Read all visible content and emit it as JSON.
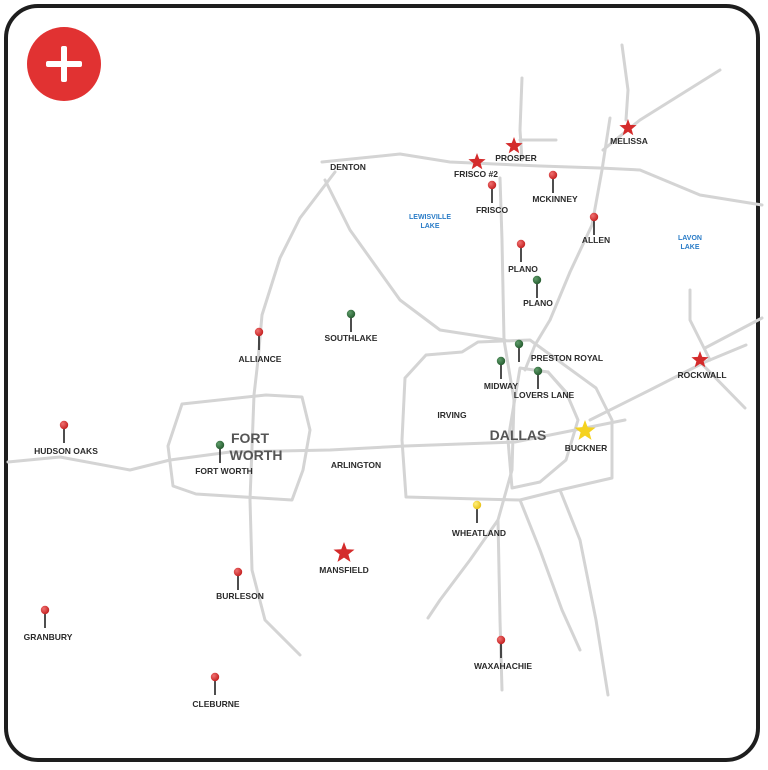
{
  "controls": {
    "zoom_in_icon": "plus-icon"
  },
  "colors": {
    "frame": "#1e1e1e",
    "road": "#d4d4d4",
    "zoom_button": "#e13232",
    "pin_red": "#d42b2b",
    "pin_green": "#2f6b3a",
    "pin_yellow": "#f2cc1c",
    "star_red": "#d42b2b",
    "star_yellow": "#f5d21e",
    "lake_text": "#2a7cc7"
  },
  "regions": {
    "denton": "DENTON",
    "irving": "IRVING",
    "arlington": "ARLINGTON"
  },
  "cities": {
    "dallas": "DALLAS",
    "fort_worth_line1": "FORT",
    "fort_worth_line2": "WORTH"
  },
  "lakes": {
    "lewisville_line1": "LEWISVILLE",
    "lewisville_line2": "LAKE",
    "lavon_line1": "LAVON",
    "lavon_line2": "LAKE"
  },
  "locations": {
    "frisco2": {
      "label": "FRISCO #2",
      "marker": "star",
      "color": "red"
    },
    "prosper": {
      "label": "PROSPER",
      "marker": "star",
      "color": "red"
    },
    "melissa": {
      "label": "MELISSA",
      "marker": "star",
      "color": "red"
    },
    "frisco": {
      "label": "FRISCO",
      "marker": "pin",
      "color": "red"
    },
    "mckinney": {
      "label": "MCKINNEY",
      "marker": "pin",
      "color": "red"
    },
    "allen": {
      "label": "ALLEN",
      "marker": "pin",
      "color": "red"
    },
    "plano_red": {
      "label": "PLANO",
      "marker": "pin",
      "color": "red"
    },
    "plano_green": {
      "label": "PLANO",
      "marker": "pin",
      "color": "green"
    },
    "southlake": {
      "label": "SOUTHLAKE",
      "marker": "pin",
      "color": "green"
    },
    "alliance": {
      "label": "ALLIANCE",
      "marker": "pin",
      "color": "red"
    },
    "preston_royal": {
      "label": "PRESTON ROYAL",
      "marker": "pin",
      "color": "green"
    },
    "midway": {
      "label": "MIDWAY",
      "marker": "pin",
      "color": "green"
    },
    "lovers_lane": {
      "label": "LOVERS LANE",
      "marker": "pin",
      "color": "green"
    },
    "rockwall": {
      "label": "ROCKWALL",
      "marker": "star",
      "color": "red"
    },
    "hudson_oaks": {
      "label": "HUDSON OAKS",
      "marker": "pin",
      "color": "red"
    },
    "fort_worth": {
      "label": "FORT WORTH",
      "marker": "pin",
      "color": "green"
    },
    "buckner": {
      "label": "BUCKNER",
      "marker": "star",
      "color": "yellow"
    },
    "wheatland": {
      "label": "WHEATLAND",
      "marker": "pin",
      "color": "yellow"
    },
    "mansfield": {
      "label": "MANSFIELD",
      "marker": "star",
      "color": "red"
    },
    "burleson": {
      "label": "BURLESON",
      "marker": "pin",
      "color": "red"
    },
    "granbury": {
      "label": "GRANBURY",
      "marker": "pin",
      "color": "red"
    },
    "waxahachie": {
      "label": "WAXAHACHIE",
      "marker": "pin",
      "color": "red"
    },
    "cleburne": {
      "label": "CLEBURNE",
      "marker": "pin",
      "color": "red"
    }
  }
}
